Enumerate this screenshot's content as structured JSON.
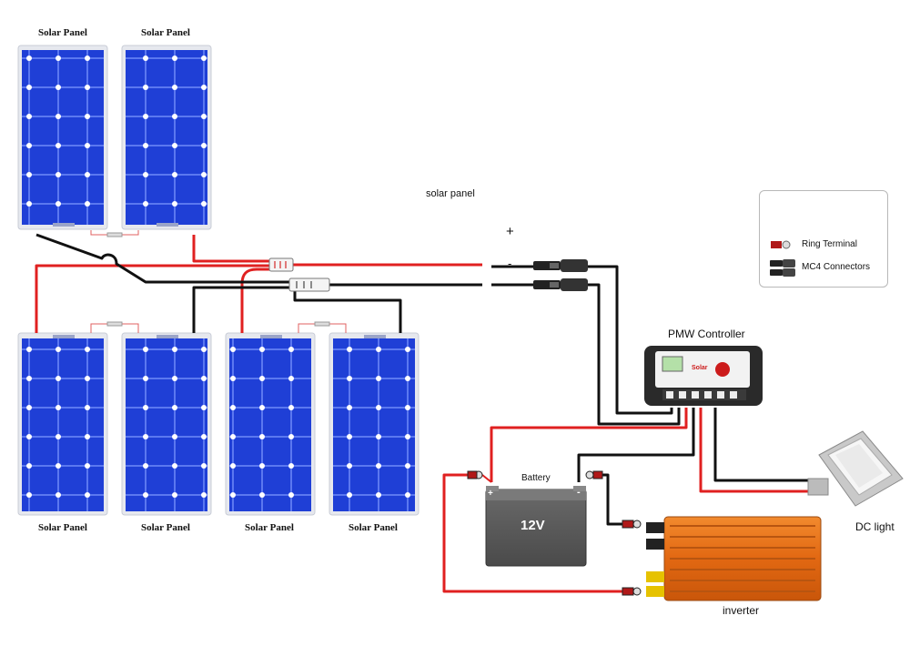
{
  "labels": {
    "panel_top_left": "Solar Panel",
    "panel_top_right": "Solar Panel",
    "panel_bottom_1": "Solar Panel",
    "panel_bottom_2": "Solar Panel",
    "panel_bottom_3": "Solar Panel",
    "panel_bottom_4": "Solar Panel",
    "solar_panel_caption": "solar panel",
    "plus_sign": "+",
    "minus_sign": "-",
    "controller": "PMW Controller",
    "battery": "Battery",
    "battery_voltage": "12V",
    "battery_plus": "+",
    "battery_minus": "-",
    "dc_light": "DC light",
    "inverter": "inverter",
    "controller_brand": "Solar"
  },
  "legend": {
    "items": [
      {
        "label": "Ring Terminal",
        "icon": "ring-terminal-icon"
      },
      {
        "label": "MC4 Connectors",
        "icon": "mc4-connector-icon"
      }
    ]
  },
  "colors": {
    "panel_cell": "#1f3fd6",
    "panel_frame": "#e6e8ee",
    "wire_positive": "#e02020",
    "wire_negative": "#111111",
    "battery_body": "#5b5b5b",
    "inverter_body": "#e8701c",
    "controller_body": "#2a2a2a"
  }
}
